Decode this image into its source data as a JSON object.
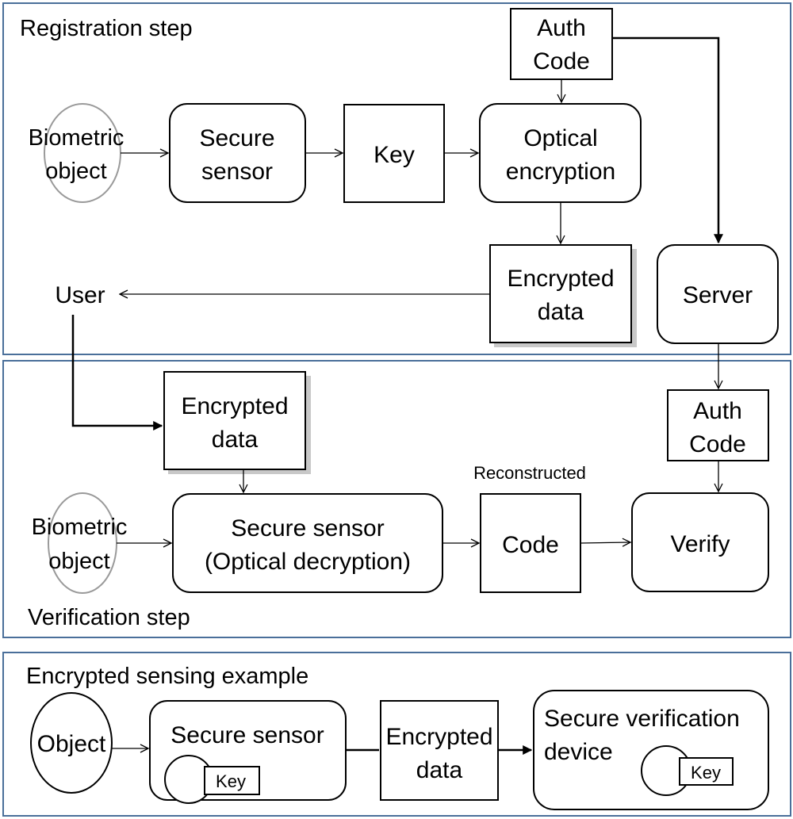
{
  "registration": {
    "title": "Registration step",
    "biometric_object": [
      "Biometric",
      "object"
    ],
    "secure_sensor": [
      "Secure",
      "sensor"
    ],
    "key": "Key",
    "optical_encryption": [
      "Optical",
      "encryption"
    ],
    "auth_code": [
      "Auth",
      "Code"
    ],
    "encrypted_data": [
      "Encrypted",
      "data"
    ],
    "user": "User",
    "server": "Server"
  },
  "verification": {
    "title": "Verification step",
    "encrypted_data": [
      "Encrypted",
      "data"
    ],
    "biometric_object": [
      "Biometric",
      "object"
    ],
    "secure_sensor": [
      "Secure sensor",
      "(Optical decryption)"
    ],
    "reconstructed_label": "Reconstructed",
    "code": "Code",
    "auth_code": [
      "Auth",
      "Code"
    ],
    "verify": "Verify"
  },
  "example": {
    "title": "Encrypted sensing example",
    "object": "Object",
    "secure_sensor": "Secure sensor",
    "sensor_key": "Key",
    "encrypted_data": [
      "Encrypted",
      "data"
    ],
    "verification_device": [
      "Secure verification",
      "device"
    ],
    "device_key": "Key"
  },
  "colors": {
    "panel_border": "#4a6f9a",
    "oval_border": "#9a9a9a"
  }
}
